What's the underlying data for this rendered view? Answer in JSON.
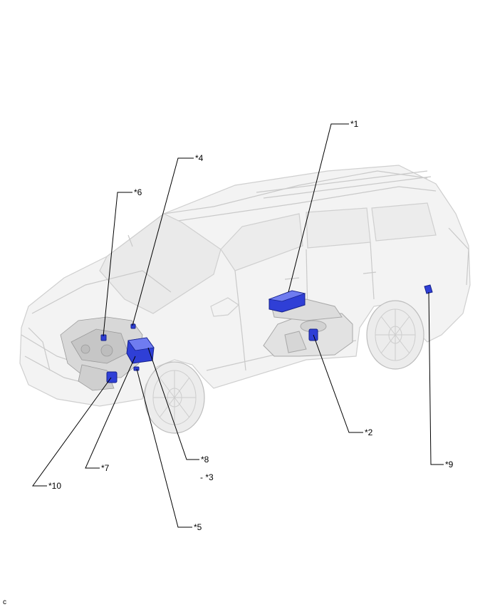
{
  "callouts": {
    "c1": "*1",
    "c2": "*2",
    "c3": "- *3",
    "c4": "*4",
    "c5": "*5",
    "c6": "*6",
    "c7": "*7",
    "c8": "*8",
    "c9": "*9",
    "c10": "*10"
  },
  "footer_mark": "c",
  "colors": {
    "component_blue": "#2f3fd6",
    "vehicle_gray": "#f3f3f3"
  }
}
